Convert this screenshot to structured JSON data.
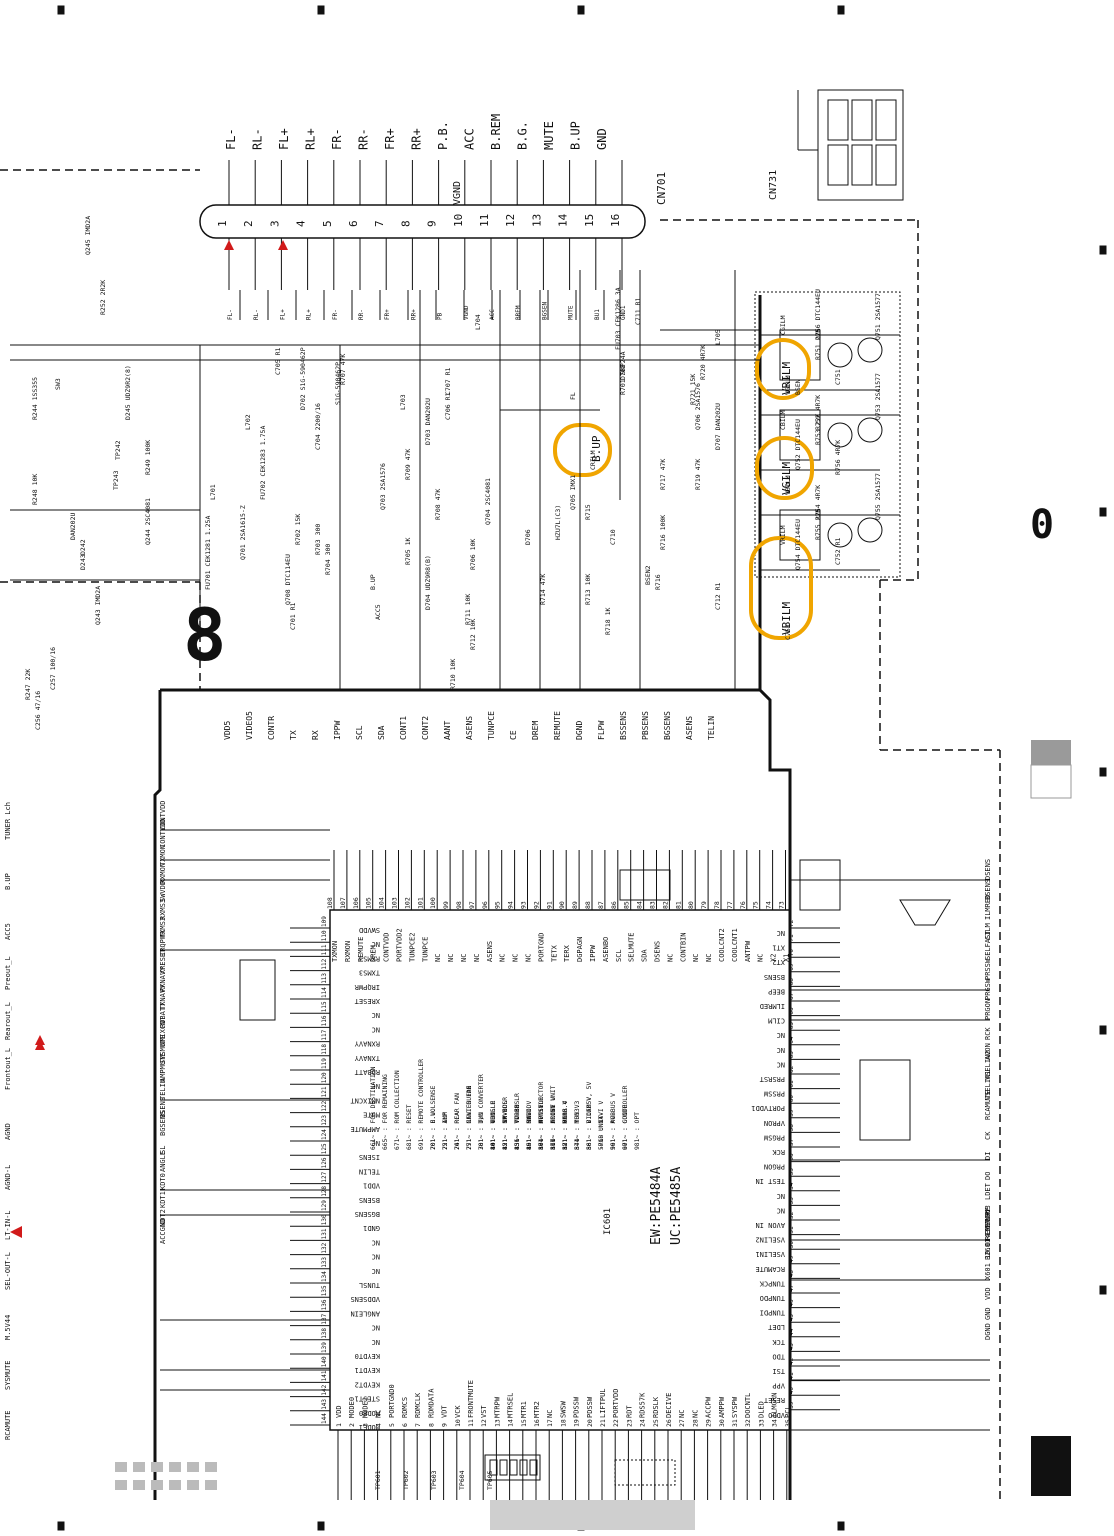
{
  "colors": {
    "line": "#111111",
    "highlight": "#f0a500",
    "alert": "#d11a1a",
    "panel_grey": "#9a9a9a",
    "footer_grey": "#cfcfcf"
  },
  "connector": {
    "label": "CN701",
    "top_signals": [
      "FL-",
      "RL-",
      "FL+",
      "RL+",
      "FR-",
      "RR-",
      "FR+",
      "RR+",
      "P.B.",
      "ACC",
      "B.REM",
      "B.G.",
      "MUTE",
      "B.UP",
      "GND"
    ],
    "pins": [
      "1",
      "2",
      "3",
      "4",
      "5",
      "6",
      "7",
      "8",
      "9",
      "10",
      "11",
      "12",
      "13",
      "14",
      "15",
      "16"
    ],
    "pin_names": [
      "FL-",
      "RL-",
      "FL+",
      "RL+",
      "FR-",
      "RR-",
      "FR+",
      "RR+",
      "PB",
      "VGND",
      "ACC",
      "BREM",
      "BGSEN",
      "MUTE",
      "BU1",
      "GND1"
    ],
    "vgnd": "VGND",
    "cn731": "CN731"
  },
  "highlights": {
    "pwm": "8",
    "side": "0"
  },
  "components": [
    "Q245 IMD2A",
    "R252 2R2K",
    "SW3",
    "R244 1SS355",
    "D245 UDZ9R2(8)",
    "Q244 2SC4081",
    "R248 10K",
    "R249 100K",
    "TP242",
    "TP243",
    "D243",
    "D242",
    "DAN202U",
    "Q243 IMD2A",
    "R247 22K",
    "C257 100/16",
    "C256 47/16",
    "FU701 CEK1281 1.25A",
    "L701",
    "L702",
    "FU702 CEK1283 1.75A",
    "Q701 2SA1615-Z",
    "R702 15K",
    "R703 300",
    "R704 300",
    "Q708 DTC114EU",
    "C701 R1",
    "C704 2200/16",
    "C705 R1",
    "D702 S1G-590462P",
    "S1G-590462P",
    "R707 47K",
    "Q703 2SA1576",
    "R709 47K",
    "D703 DAN202U",
    "R708 47K",
    "C707 R1",
    "L703",
    "C706 R1",
    "R705 1K",
    "D704 UDZ9R8(B)",
    "R706 10K",
    "R711 10K",
    "R712 10K",
    "R710 10K",
    "Q704 2SC4081",
    "L704",
    "FU703 CEK1286 3A",
    "SKP24A",
    "D708",
    "R701",
    "C710",
    "D706",
    "HZU7L(C3)",
    "R714 47K",
    "R713 10K",
    "Q705 IMX1",
    "R715",
    "R716",
    "R716 100K",
    "R717 47K",
    "R719 47K",
    "Q706 2SA1576",
    "D707 DAN202U",
    "R720 4R7K",
    "R721 15K",
    "L705",
    "C711 R1",
    "C712 R1",
    "R718 1K",
    "BSEN2",
    "BSEN",
    "Q751 2SA1577",
    "Q752 DTC144EU",
    "Q753 2SA1577",
    "Q754 DTC144EU",
    "Q755 2SA1577",
    "Q756 DTC144EU",
    "R751 22K",
    "R752 4R7K",
    "R753 22K",
    "R754 4R7K",
    "R755 22K",
    "R756 4R7K",
    "C751",
    "C752 R1",
    "C753",
    "VBILM",
    "VGILM",
    "VRILM",
    "CBILM",
    "CGILM",
    "CRILM",
    "B.UP",
    "ACC5",
    "FL"
  ],
  "ic": {
    "name": "IC601",
    "part_ew": "EW:PE5484A",
    "part_uc": "UC:PE5485A",
    "top_pins": [
      "108 TXMON",
      "107 RXMON",
      "106 REMUTE",
      "105 DREM",
      "104 CONTVDD",
      "103 PORTVDD2",
      "102 TUNPCE2",
      "101 TUNPCE",
      "100 NC",
      "99 NC",
      "98 NC",
      "97 NC",
      "96 ASENS",
      "95 NC",
      "94 NC",
      "93 NC",
      "92 PORTGND",
      "91 TETX",
      "90 TERX",
      "89 DGPAGN",
      "88 IPPW",
      "87 ASENBO",
      "86 SCL",
      "85 SELMUTE",
      "84 SDA",
      "83 DSENS",
      "82 NC",
      "81 CONTBIN",
      "80 NC",
      "79 NC",
      "78 COOLCNT2",
      "77 COOLCNT1",
      "76 ANTPW",
      "75 NC",
      "74 X2",
      "73 X1"
    ],
    "left_pins": [
      "109 SWVDD",
      "110 NC",
      "111 RXMS3",
      "112 TXMS3",
      "113 IRQPWR",
      "114 XRESET",
      "115 NC",
      "116 NC",
      "117 RXNAVY",
      "118 TXNAVY",
      "119 RDBATT",
      "120 NC",
      "121 NMIXCNT",
      "122 MUTE",
      "123 AMPMUTE",
      "124 NC",
      "125 ISENS",
      "126 TELIN",
      "127 VDD1",
      "128 BSENS",
      "129 BGSENS",
      "130 GND1",
      "131 NC",
      "132 NC",
      "133 NC",
      "134 TUNSL",
      "135 VDDSENS",
      "136 ANGLEIN",
      "137 NC",
      "138 NC",
      "139 KEYDT0",
      "140 KEYDT1",
      "141 KEYDT2",
      "142 STEST1",
      "143 MODE0",
      "144 MODE1"
    ],
    "right_pins": [
      "72 NC",
      "71 XT1",
      "70 XT2",
      "69 BSENS",
      "68 BEEP",
      "67 ILMRED",
      "66 CILM",
      "65 NC",
      "64 NC",
      "63 NC",
      "62 PRSRST",
      "61 PRSSW",
      "60 PORTVDD1",
      "59 VPRON",
      "58 PRGSW",
      "57 RCK",
      "56 PRGON",
      "55 TEST IN",
      "54 NC",
      "53 NC",
      "52 AVON IN",
      "51 VSELIN2",
      "50 VSELIN1",
      "49 RCAMUTE",
      "48 TUNPCK",
      "47 TUNPDO",
      "46 TUNPDI",
      "45 LDET",
      "44 TCK",
      "43 TDO",
      "42 TSI",
      "41 VPP",
      "40 RESET",
      "39 VDDO"
    ],
    "bottom_pins": [
      "1 VDD",
      "2 MODE0",
      "3 MODE1",
      "4 NC",
      "5 PORTGND0",
      "6 RDMCS",
      "7 RDMCLK",
      "8 RDMDATA",
      "9 VDT",
      "10 VCK",
      "11 FRONTMUTE",
      "12 VST",
      "13 MTRPW",
      "14 MTRSEL",
      "15 MTR1",
      "16 MTR2",
      "17 NC",
      "18 SWSW",
      "19 PDSSW",
      "20 PDSSW",
      "21 LIFTPUL",
      "22 PORTVDD",
      "23 RDT",
      "24 RDS57K",
      "25 RDSLK",
      "26 DECIVE",
      "27 NC",
      "28 NC",
      "29 ACCPW",
      "30 AMPPW",
      "31 SYSPW",
      "32 DOCNTL",
      "33 DLED",
      "34 ILMGRN",
      "35 PCL"
    ],
    "notes": [
      "661~ : FOR DESTINATION",
      "665~ : FOR REMAINING",
      "671~ : ROM COLLECTION",
      "681~ : RESET",
      "691~ : REMOTE CONTROLLER",
      "701~ : B.U. SENSE",
      "751~ : ILM",
      "761~ : REAR FAN",
      "771~ : CENTER FAN",
      "781~ : D/D CONVERTER",
      "101~ : GRILLE",
      "121~ : IP-BUS",
      "131~ : TV-BUS",
      "151~ : NAVI",
      "171~ : MONITOR",
      "176~ : DRIVE UNIT",
      "181~ : MASS",
      "201~ : E.VOL",
      "221~ : AMP",
      "241~ : RCA",
      "251~ : NAVI GUIDE",
      "301~ : TUN",
      "401~ : TUN LR",
      "421~ : NAVI LR",
      "451~ : VCRIN LR",
      "491~ : RGB",
      "501~ : AV SELECTOR",
      "511~ : FRONT V",
      "521~ : REAR V",
      "541~ : MS3 V",
      "561~ : B.CAM V",
      "571~ : NAVI V",
      "591~ : AV-BUS V",
      "601~ : CONTROLLER",
      "841~ : VDD5",
      "851~ : SWVDD",
      "856~ : VDD33",
      "861~ : SWVDDV",
      "864~ : OPT5V",
      "867~ : ACC5V",
      "871~ : VDD8.4",
      "874~ : TUN3.3",
      "881~ : VIDEO5V, 5V",
      "-RGB UNIT-",
      "961~ : RGB",
      "971~ : GUIDE",
      "981~ : OPT"
    ]
  },
  "left_labels": [
    "CONTVDD",
    "CONTVDD",
    "TXMON",
    "RXMON",
    "SWVDD",
    "RXMS3",
    "TXMS3",
    "IRQPWR",
    "XRESET",
    "RXNAVY",
    "TXNAVY",
    "RDBATT",
    "NMIXCNT",
    "SYSMUTE",
    "AMPMUTE",
    "TELIN",
    "BSENS",
    "BGSENS",
    "SL",
    "ANGLE",
    "KDT0",
    "KDT1",
    "KDT2",
    "ACCGND",
    "TUNER Lch",
    "B.UP",
    "ACC5",
    "Preout_L",
    "Rearout_L",
    "Frontout_L",
    "AGND",
    "AGND-L",
    "LT-IN-L",
    "SEL-OUT-L",
    "M.5V44",
    "SYSMUTE",
    "RCAMUTE"
  ],
  "right_labels": [
    "DSENS",
    "BSENS",
    "ILMRED",
    "CILM",
    "SELFAST",
    "PRSSW",
    "PRGSW",
    "PRGON",
    "RCK",
    "AVON",
    "VSELIN2",
    "VSELIN1",
    "RCAMUTE",
    "CK",
    "DI",
    "DO",
    "LDET",
    "VPP",
    "RESET",
    "BZ601 CMV1063",
    "X601 10.074369MHz",
    "VDD",
    "GND",
    "DGND"
  ],
  "top_labels": [
    "VDD5",
    "VIDEO5",
    "CONTR",
    "TX",
    "RX",
    "IPPW",
    "SCL",
    "SDA",
    "CONT1",
    "CONT2",
    "AANT",
    "ASENS",
    "TUNPCE",
    "CE",
    "DREM",
    "REMUTE",
    "DGND",
    "FLPW",
    "BSSENS",
    "PBSENS",
    "BGSENS",
    "ASENS",
    "TELIN"
  ],
  "bottom_labels": [
    "TP601",
    "TP602",
    "TP603",
    "TP604",
    "TP605"
  ]
}
